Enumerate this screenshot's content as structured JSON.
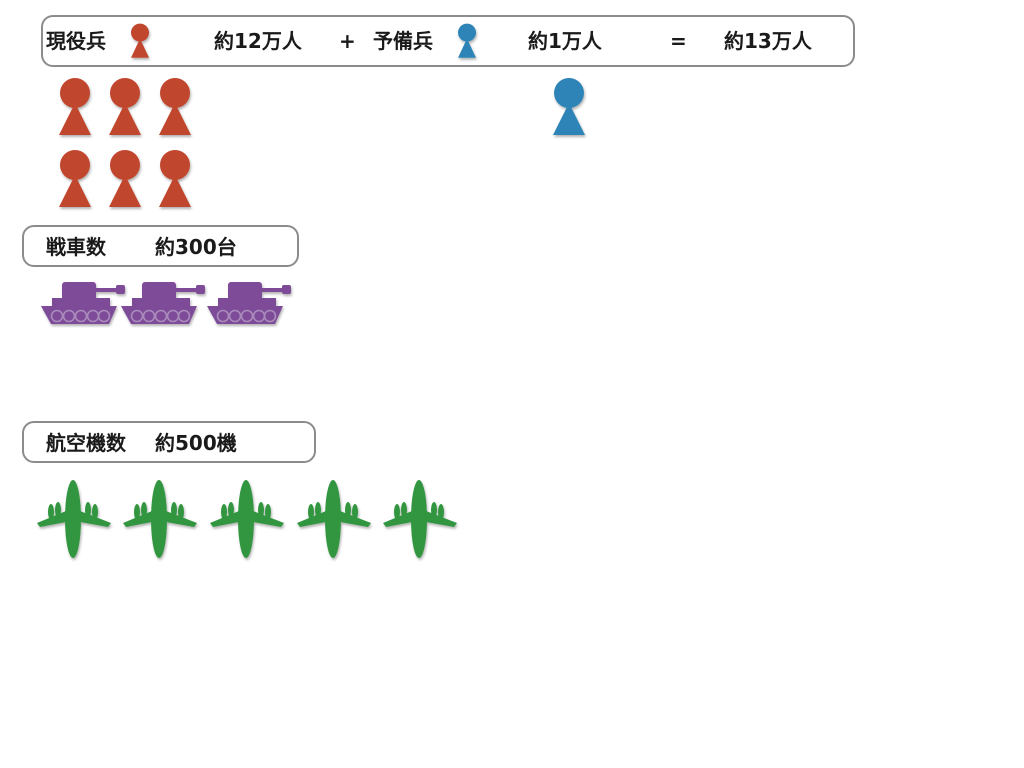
{
  "personnel": {
    "active_label": "現役兵",
    "active_count": "約12万人",
    "plus": "+",
    "reserve_label": "予備兵",
    "reserve_count": "約1万人",
    "equals": "=",
    "total_count": "約13万人",
    "active_icon_count": 6,
    "reserve_icon_count": 1
  },
  "tanks": {
    "label": "戦車数",
    "count": "約300台",
    "icon_count": 3
  },
  "aircraft": {
    "label": "航空機数",
    "count": "約500機",
    "icon_count": 5
  },
  "colors": {
    "active": "#c0462e",
    "reserve": "#2f84b6",
    "tank": "#7e4b98",
    "aircraft": "#33963f",
    "border": "#8c8c8c"
  },
  "icons": {
    "soldier": "person-icon",
    "tank": "tank-icon",
    "aircraft": "airplane-icon"
  }
}
